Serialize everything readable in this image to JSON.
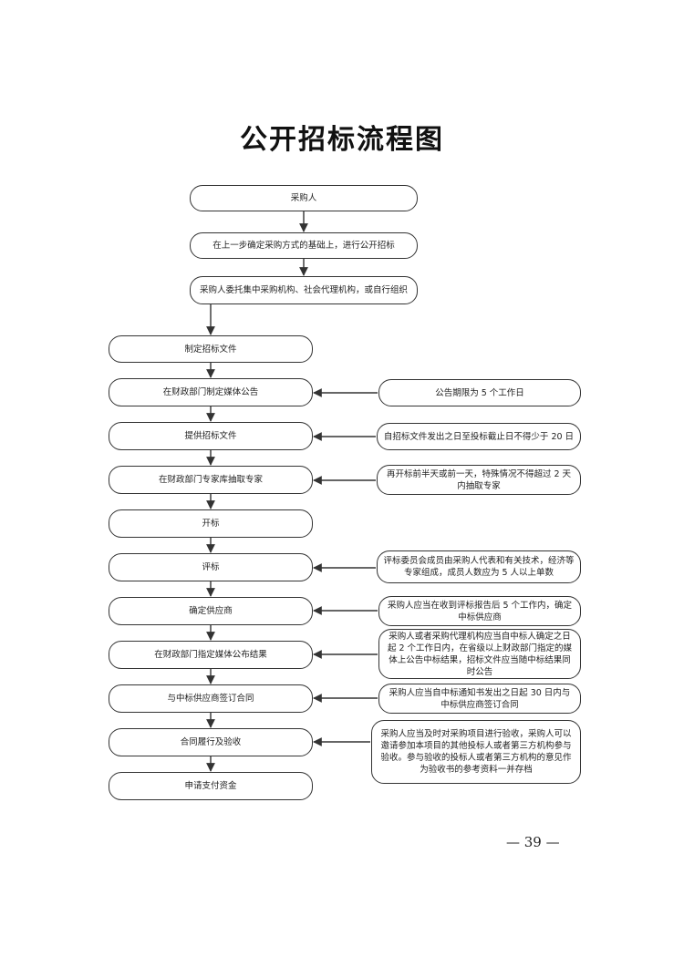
{
  "title": "公开招标流程图",
  "steps": {
    "s1": "采购人",
    "s2": "在上一步确定采购方式的基础上，进行公开招标",
    "s3": "采购人委托集中采购机构、社会代理机构，或自行组织",
    "m1": "制定招标文件",
    "m2": "在财政部门制定媒体公告",
    "m3": "提供招标文件",
    "m4": "在财政部门专家库抽取专家",
    "m5": "开标",
    "m6": "评标",
    "m7": "确定供应商",
    "m8": "在财政部门指定媒体公布结果",
    "m9": "与中标供应商签订合同",
    "m10": "合同履行及验收",
    "m11": "申请支付资金"
  },
  "notes": {
    "n2": "公告期限为 5 个工作日",
    "n3": "自招标文件发出之日至投标截止日不得少于 20 日",
    "n4": "再开标前半天或前一天，特殊情况不得超过 2 天内抽取专家",
    "n6": "评标委员会成员由采购人代表和有关技术，经济等专家组成，成员人数应为 5 人以上单数",
    "n7": "采购人应当在收到评标报告后 5 个工作内，确定中标供应商",
    "n8": "采购人或者采购代理机构应当自中标人确定之日起 2 个工作日内，在省级以上财政部门指定的媒体上公告中标结果，招标文件应当随中标结果同时公告",
    "n9": "采购人应当自中标通知书发出之日起 30 日内与中标供应商签订合同",
    "n10": "采购人应当及时对采购项目进行验收，采购人可以邀请参加本项目的其他投标人或者第三方机构参与验收。参与验收的投标人或者第三方机构的意见作为验收书的参考资料一并存档"
  },
  "page_number": "— 39 —"
}
